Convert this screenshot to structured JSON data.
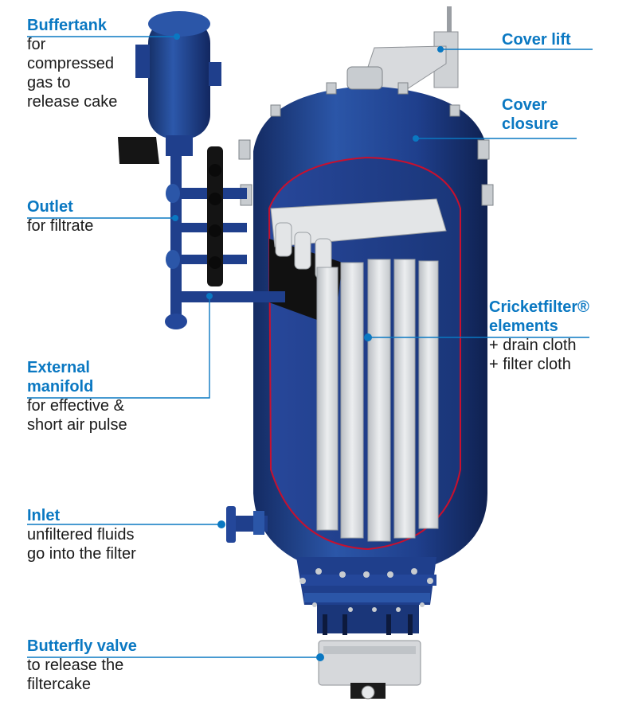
{
  "labels": {
    "buffertank": {
      "title": "Buffertank",
      "desc": [
        "for",
        "compressed",
        "gas to",
        "release cake"
      ]
    },
    "outlet": {
      "title": "Outlet",
      "desc": [
        "for filtrate"
      ]
    },
    "external_manifold": {
      "title": [
        "External",
        "manifold"
      ],
      "desc": [
        "for effective &",
        "short air pulse"
      ]
    },
    "inlet": {
      "title": "Inlet",
      "desc": [
        "unfiltered fluids",
        "go into the filter"
      ]
    },
    "butterfly_valve": {
      "title": "Butterfly valve",
      "desc": [
        "to release the",
        "filtercake"
      ]
    },
    "cover_lift": {
      "title": "Cover lift"
    },
    "cover_closure": {
      "title": [
        "Cover",
        "closure"
      ]
    },
    "cricketfilter": {
      "title": [
        "Cricketfilter®",
        "elements"
      ],
      "desc": [
        "+ drain cloth",
        "+ filter cloth"
      ]
    }
  },
  "colors": {
    "accent": "#0a78c2",
    "vessel": "#1f3f8c",
    "vessel_dark": "#142b63",
    "element": "#d9dcdf",
    "cutline": "#c8102e"
  }
}
